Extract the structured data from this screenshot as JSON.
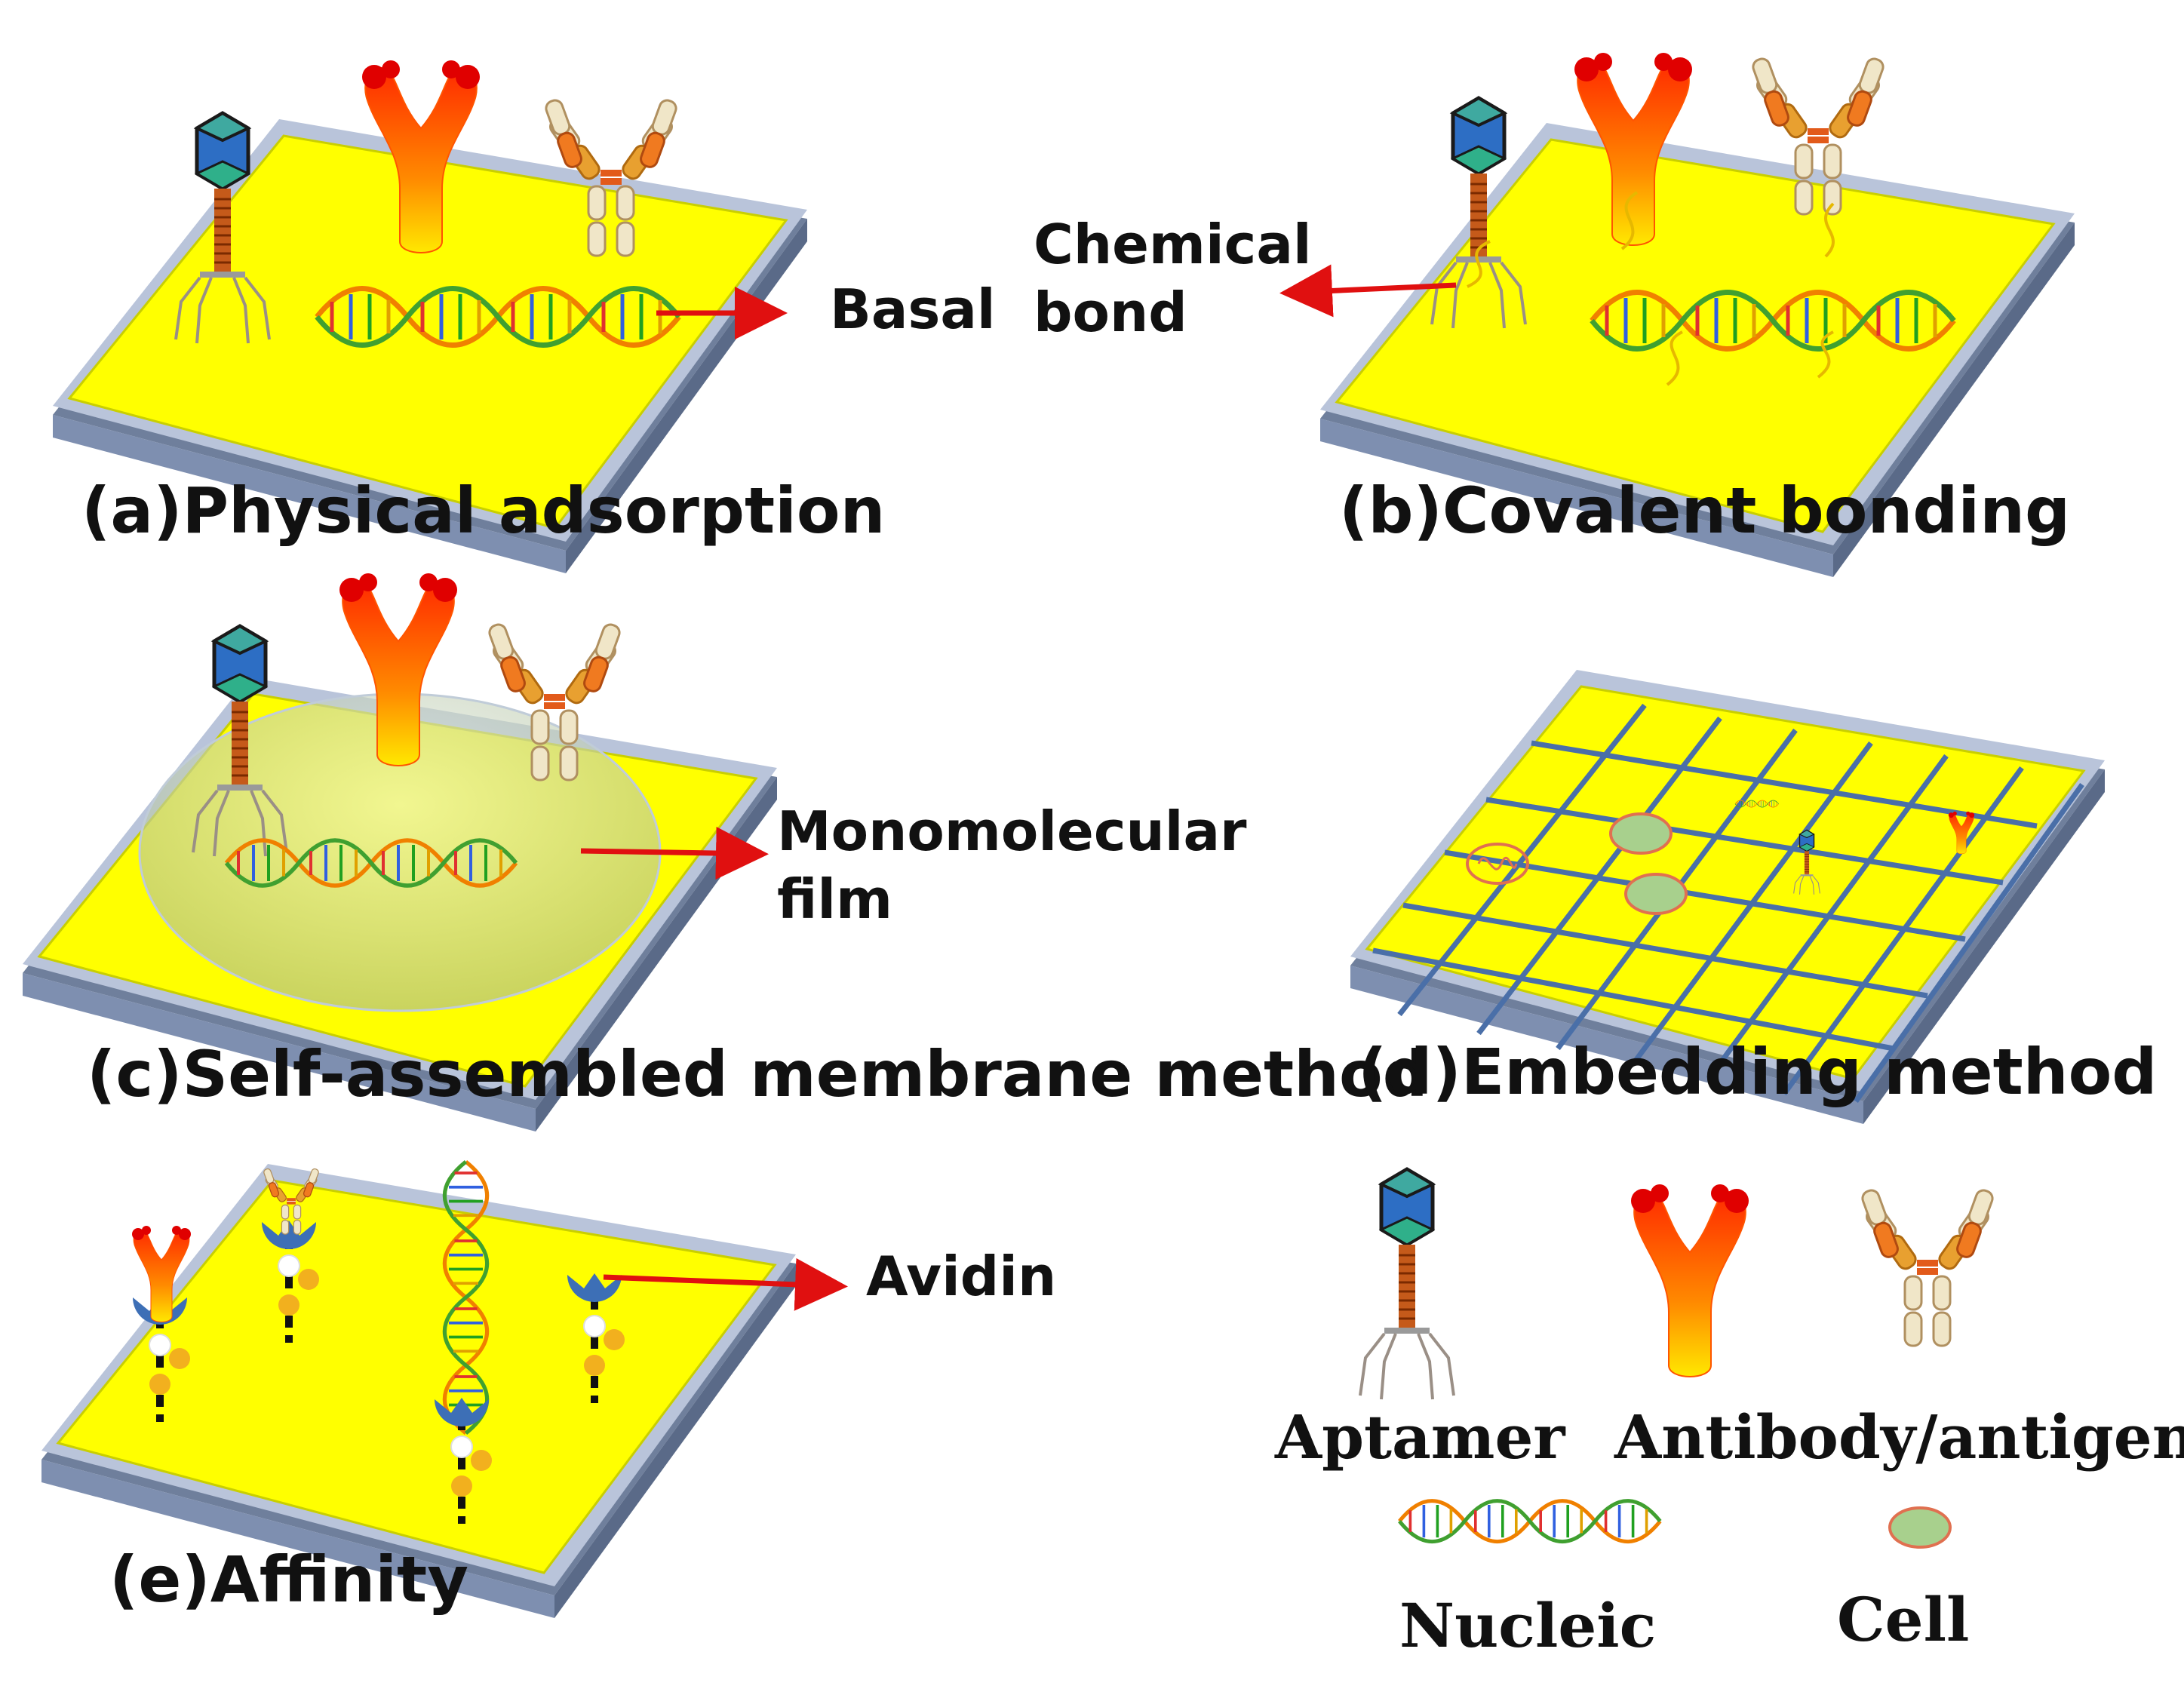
{
  "panels": {
    "a": {
      "caption": "(a)Physical adsorption",
      "callout": "Basal"
    },
    "b": {
      "caption": "(b)Covalent bonding",
      "callout_line1": "Chemical",
      "callout_line2": "bond"
    },
    "c": {
      "caption": "(c)Self-assembled membrane method",
      "callout_line1": "Monomolecular",
      "callout_line2": "film"
    },
    "d": {
      "caption": "(d)Embedding method"
    },
    "e": {
      "caption": "(e)Affinity",
      "callout": "Avidin"
    }
  },
  "legend": {
    "aptamer": "Aptamer",
    "antibody": "Antibody/antigen",
    "nucleic": "Nucleic",
    "cell": "Cell"
  },
  "colors": {
    "substrate_top": "#ffff00",
    "substrate_edge": "#8ea2c8",
    "arrow": "#e01010",
    "grid": "#4a6fa8",
    "cell_fill": "#a8d08d",
    "cell_border": "#e07050",
    "avidin": "#3d6fb6",
    "biotin": "#f2b01e"
  }
}
